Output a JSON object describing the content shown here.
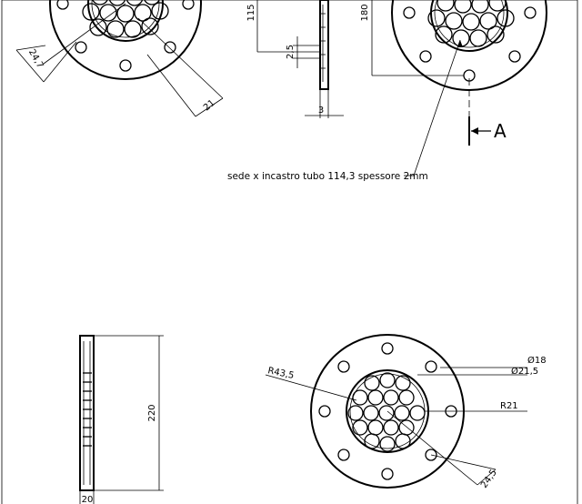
{
  "view_a_marker": {
    "label": "A"
  },
  "note": {
    "text": "sede x incastro tubo 114,3 spessore 2mm"
  },
  "dims_top_left": {
    "d247": "24,7",
    "d21": "21"
  },
  "dims_top_middle": {
    "d115": "115",
    "d25": "2,5",
    "d3": "3"
  },
  "dims_top_right": {
    "d180": "180"
  },
  "dims_bottom_left": {
    "d220": "220",
    "d20": "20"
  },
  "dims_bottom_right": {
    "r435": "R43,5",
    "d18": "Ø18",
    "d215": "Ø21,5",
    "r21": "R21",
    "d245": "24,5"
  }
}
